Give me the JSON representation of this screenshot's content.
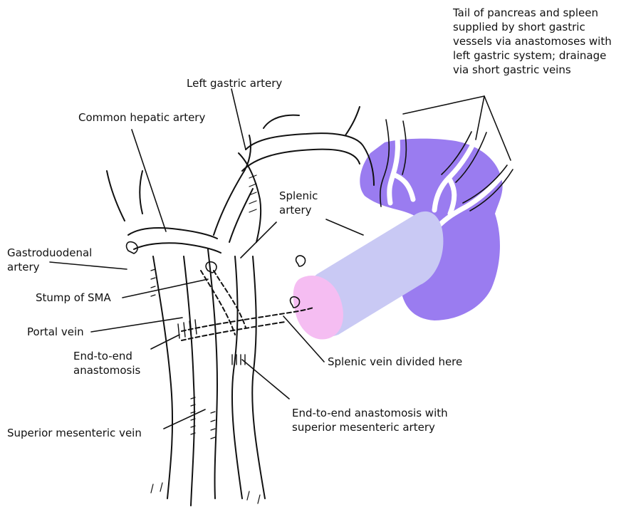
{
  "colors": {
    "ink": "#111111",
    "spleen": "#9a7cf0",
    "pancreas_body": "#c9c9f4",
    "pancreas_tail_end": "#f5bdf2"
  },
  "labels": {
    "tail_pancreas": [
      "Tail of pancreas and spleen",
      "supplied by short gastric",
      "vessels via anastomoses with",
      "left gastric system; drainage",
      "via short gastric veins"
    ],
    "left_gastric": [
      "Left gastric artery"
    ],
    "common_hepatic": [
      "Common hepatic artery"
    ],
    "splenic_artery": [
      "Splenic",
      "artery"
    ],
    "gastroduodenal": [
      "Gastroduodenal",
      "artery"
    ],
    "stump_sma": [
      "Stump of SMA"
    ],
    "portal_vein": [
      "Portal vein"
    ],
    "end_to_end": [
      "End-to-end",
      "anastomosis"
    ],
    "splenic_vein_divided": [
      "Splenic vein divided here"
    ],
    "sma_anastomosis": [
      "End-to-end anastomosis with",
      "superior mesenteric artery"
    ],
    "superior_mesenteric_vein": [
      "Superior mesenteric vein"
    ]
  }
}
